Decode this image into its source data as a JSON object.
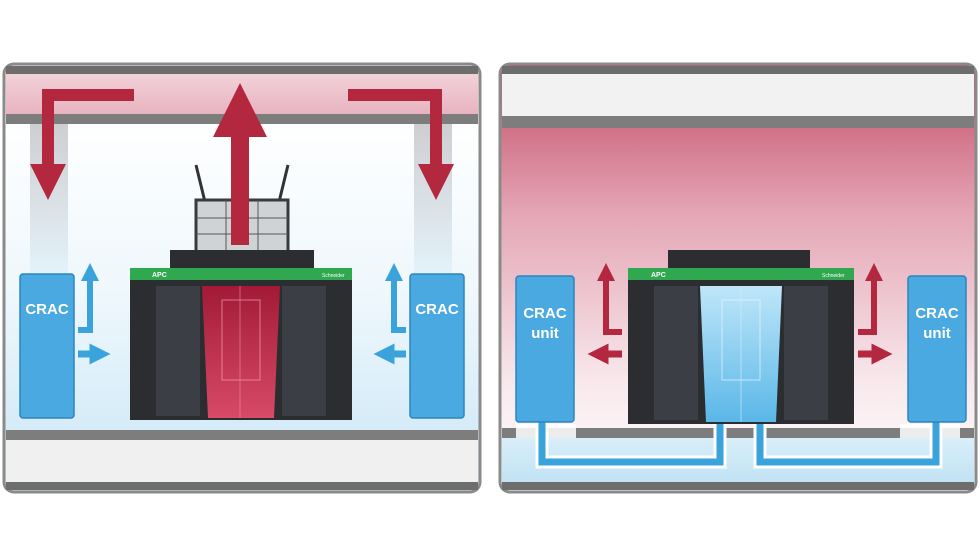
{
  "left_panel": {
    "crac_left_label": "CRAC",
    "crac_right_label": "CRAC",
    "rack_brand": "APC",
    "rack_brand_right": "Schneider"
  },
  "right_panel": {
    "crac_left_label_line1": "CRAC",
    "crac_left_label_line2": "unit",
    "crac_right_label_line1": "CRAC",
    "crac_right_label_line2": "unit",
    "rack_brand": "APC",
    "rack_brand_right": "Schneider"
  },
  "colors": {
    "hot_air": "#b3283f",
    "cold_air": "#3aa3dc",
    "crac_unit": "#49a9e0",
    "rack_body": "#2b2d31",
    "rack_stripe": "#2fa84f",
    "frame": "#6d6d6d"
  }
}
